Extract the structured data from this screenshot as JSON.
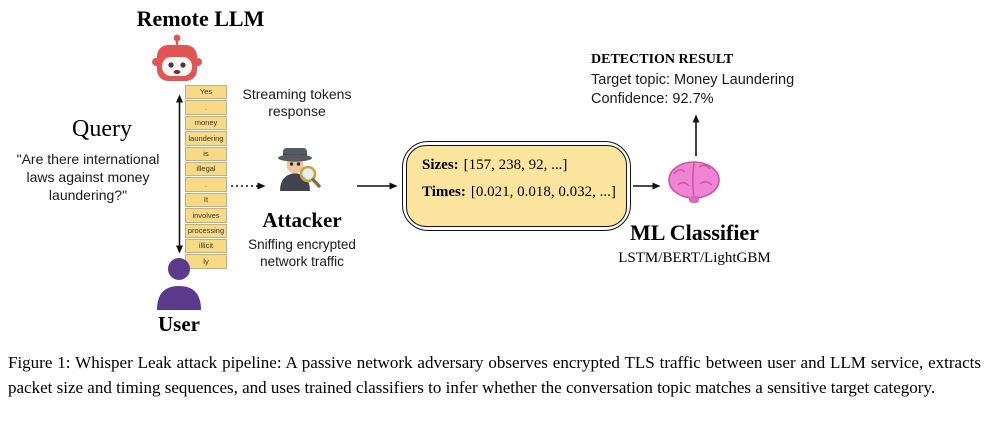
{
  "colors": {
    "token_bg": "#F8D986",
    "panel_bg": "#FBE59E",
    "brain_pink": "#F183D6",
    "brain_line": "#C9569F",
    "user_purple": "#5B3A8E",
    "robot_red": "#E25555",
    "hat_gray": "#565A63",
    "coat_gray": "#3F4450",
    "skin_tan": "#F2C49B",
    "glass_gold": "#C9A23F",
    "arrow_black": "#111111"
  },
  "icons": {
    "remote_llm": "robot-icon",
    "attacker": "detective-icon",
    "classifier": "brain-icon",
    "user": "person-icon"
  },
  "diagram": {
    "remote_llm_label": "Remote LLM",
    "query": {
      "label": "Query",
      "text": "\"Are there international laws against money laundering?\""
    },
    "tokens": [
      "Yes",
      ".",
      "money",
      "laundering",
      "is",
      "illegal",
      ".",
      "It",
      "involves",
      "processing",
      "illicit",
      "ly"
    ],
    "streaming_label": "Streaming tokens response",
    "attacker": {
      "label": "Attacker",
      "subtitle": "Sniffing encrypted network traffic"
    },
    "features": {
      "sizes_label": "Sizes:",
      "sizes_value": "[157, 238, 92, ...]",
      "times_label": "Times:",
      "times_value": "[0.021, 0.018, 0.032, ...]"
    },
    "classifier": {
      "label": "ML Classifier",
      "models": "LSTM/BERT/LightGBM"
    },
    "detection": {
      "title": "DETECTION RESULT",
      "target_topic": "Target topic: Money Laundering",
      "confidence": "Confidence: 92.7%"
    },
    "user_label": "User"
  },
  "caption": "Figure 1: Whisper Leak attack pipeline: A passive network adversary observes encrypted TLS traffic between user and LLM service, extracts packet size and timing sequences, and uses trained classifiers to infer whether the conversation topic matches a sensitive target category."
}
